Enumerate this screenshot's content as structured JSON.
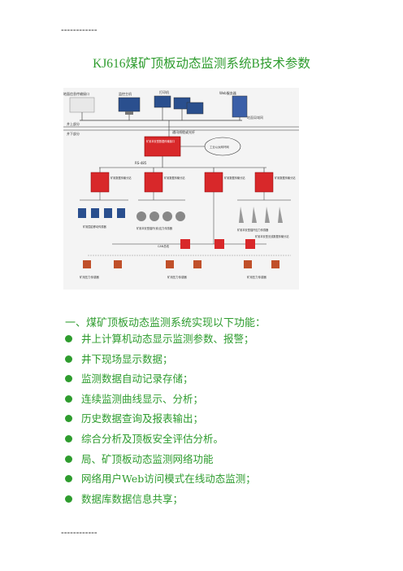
{
  "header_rule": "------------",
  "footer_rule": "------------",
  "title": "KJ616煤矿顶板动态监测系统B技术参数",
  "diagram": {
    "labels": {
      "top_server": "地面信息传输接口",
      "monitor_host": "监控主机",
      "printer_group": "打印机",
      "web_server": "Web服务器",
      "above_ground": "井上部分",
      "below_ground": "井下部分",
      "network": "地面局域网",
      "fiber": "通讯线缆或光纤",
      "switch_unit": "矿用本安型数据传输接口",
      "ring": "工业以太网环网",
      "rs485": "RS-485",
      "sub_station": "矿用数据传输分站",
      "group1": "矿用数据传输分站",
      "group2": "矿用数据传输分站",
      "group3": "矿用数据传输分站",
      "sensor_a": "矿用围岩移动传感器",
      "sensor_b": "矿用本安型锚杆(索)应力传感器",
      "sensor_c": "矿用本安型锚杆应力传感器",
      "mini_bus": "CAN总线",
      "wireless_node": "矿用本安型无线数据传输分站",
      "pressure1": "矿用压力传感器",
      "pressure2": "矿用压力传感器",
      "pressure3": "矿用压力传感器"
    }
  },
  "section_heading": "一、煤矿顶板动态监测系统实现以下功能：",
  "functions": [
    "井上计算机动态显示监测参数、报警；",
    "井下现场显示数据；",
    "监测数据自动记录存储；",
    "连续监测曲线显示、分析；",
    "历史数据查询及报表输出；",
    "综合分析及顶板安全评估分析。",
    "局、矿顶板动态监测网络功能",
    "网络用户Web访问模式在线动态监测；",
    "数据库数据信息共享；"
  ],
  "colors": {
    "accent": "#2e9c2e",
    "device_red": "#d8282a"
  }
}
